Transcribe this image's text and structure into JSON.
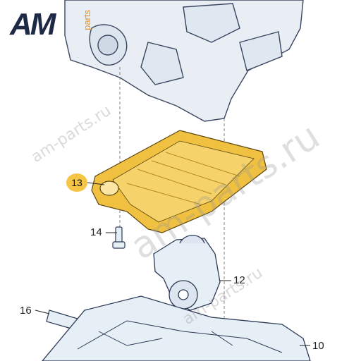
{
  "logo": {
    "main": "AM",
    "sub": "parts"
  },
  "watermarks": [
    "am-parts.ru",
    "am-parts.ru",
    "am-parts.ru"
  ],
  "callouts": {
    "c13": "13",
    "c14": "14",
    "c12": "12",
    "c16": "16",
    "c10": "10"
  },
  "colors": {
    "highlight": "#f5c645",
    "part_fill": "#e6eef6",
    "outline": "#2c3a55"
  }
}
